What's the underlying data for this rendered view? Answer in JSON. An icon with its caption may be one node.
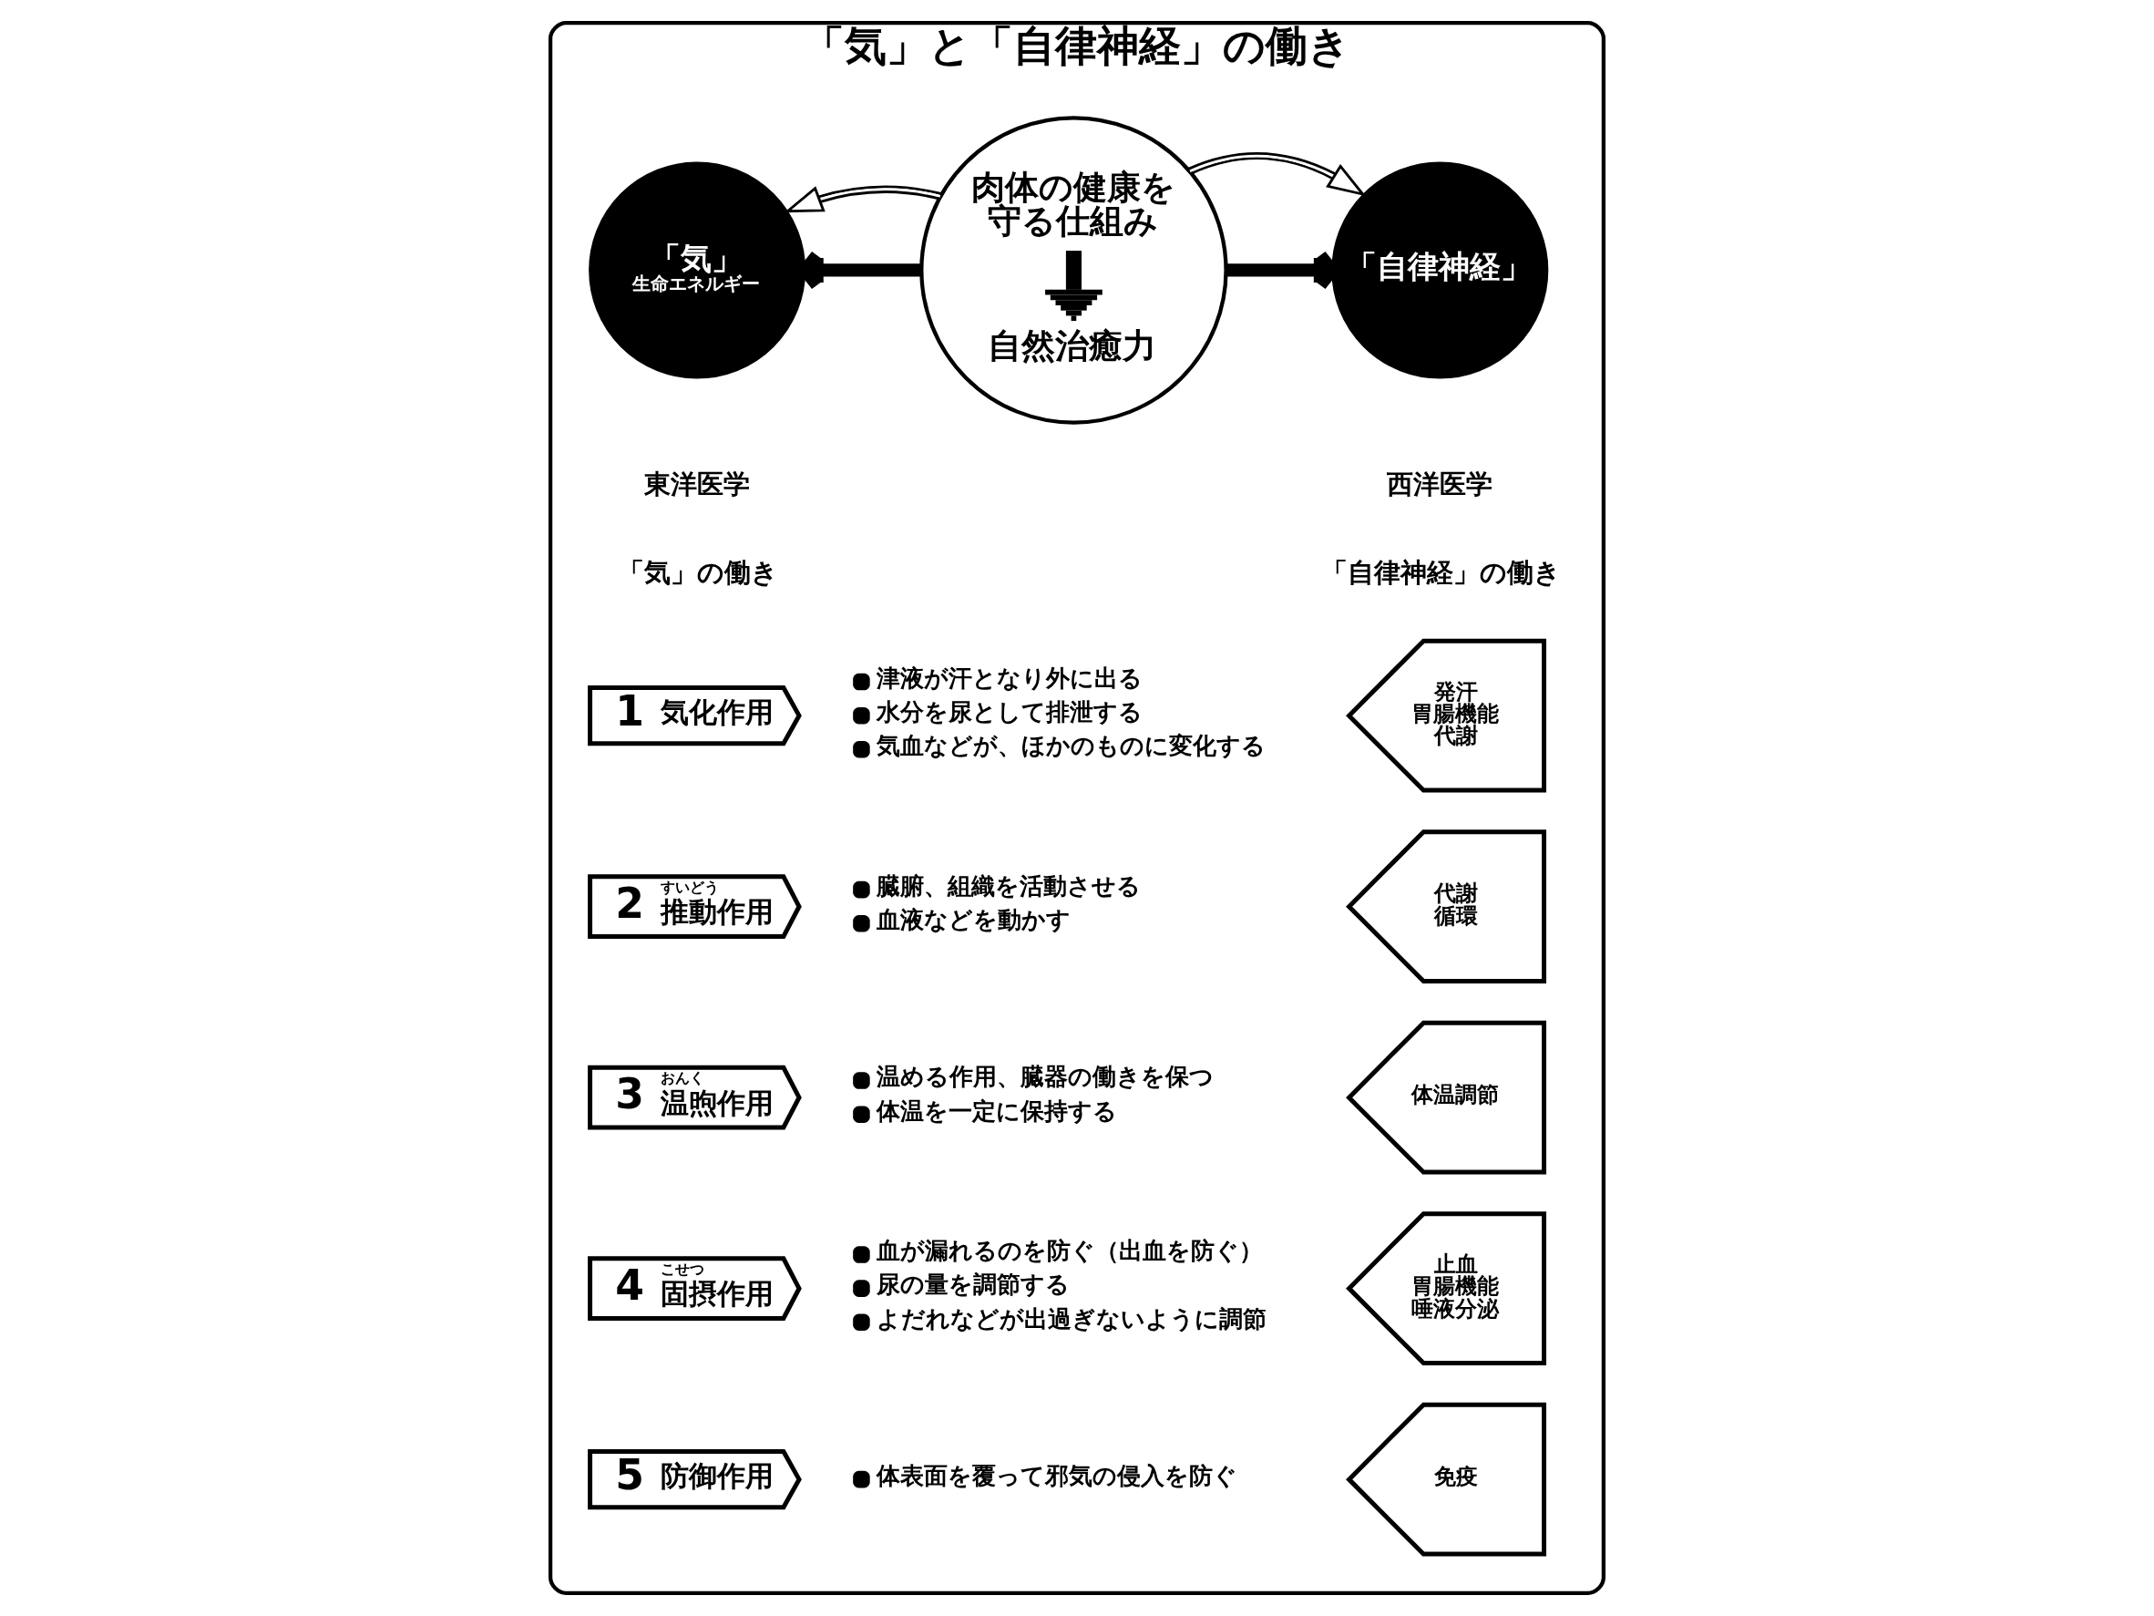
{
  "diagram": {
    "nodes": [
      {
        "text": [
          "「気」と「自律神経」の働き"
        ]
      },
      {
        "text": [
          "「気」",
          "生命エネルギー"
        ],
        "beside": [
          "東洋医学"
        ],
        "in": 0
      },
      {
        "text": [
          "肉体の健康を守る仕組み",
          "自然治癒力"
        ],
        "in": 0
      },
      {
        "text": [
          "「自律神経」"
        ],
        "beside": [
          "西洋医学"
        ],
        "in": 0
      },
      {
        "text": [
          "1",
          "気化作用"
        ],
        "beside": [
          "津液が汗となり外に出る",
          "水分を尿として排泄する",
          "気血などが、ほかのものに変化する"
        ],
        "in": 0
      },
      {
        "text": [
          "2",
          "すいどう",
          "推動作用"
        ],
        "beside": [
          "臓腑、組織を活動させる",
          "血液などを動かす"
        ],
        "in": 0
      },
      {
        "text": [
          "3",
          "おんく",
          "温煦作用"
        ],
        "beside": [
          "温める作用、臓器の働きを保つ",
          "体温を一定に保持する"
        ],
        "in": 0
      },
      {
        "text": [
          "4",
          "こせつ",
          "固摂作用"
        ],
        "beside": [
          "血が漏れるのを防ぐ（出血を防ぐ）",
          "尿の量を調節する",
          "よだれなどが出過ぎないように調節"
        ],
        "in": 0
      },
      {
        "text": [
          "5",
          "防御作用"
        ],
        "beside": [
          "体表面を覆って邪気の侵入を防ぐ"
        ],
        "in": 0
      },
      {
        "text": [
          "発汗",
          "胃腸機能",
          "代謝"
        ],
        "in": 0
      },
      {
        "text": [
          "代謝",
          "循環"
        ],
        "in": 0
      },
      {
        "text": [
          "体温調節"
        ],
        "in": 0
      },
      {
        "text": [
          "止血",
          "胃腸機能",
          "唾液分泌"
        ],
        "in": 0
      },
      {
        "text": [
          "免疫"
        ],
        "in": 0
      }
    ],
    "edges": [
      {
        "from": 2,
        "to": 1,
        "arrow": "to",
        "style": "thick"
      },
      {
        "from": 2,
        "to": 3,
        "arrow": "to",
        "style": "thick"
      },
      {
        "from": 2,
        "to": 1,
        "arrow": "to"
      },
      {
        "from": 2,
        "to": 3,
        "arrow": "to"
      }
    ],
    "labels": [
      "「気」の働き",
      "「自律神経」の働き"
    ]
  }
}
